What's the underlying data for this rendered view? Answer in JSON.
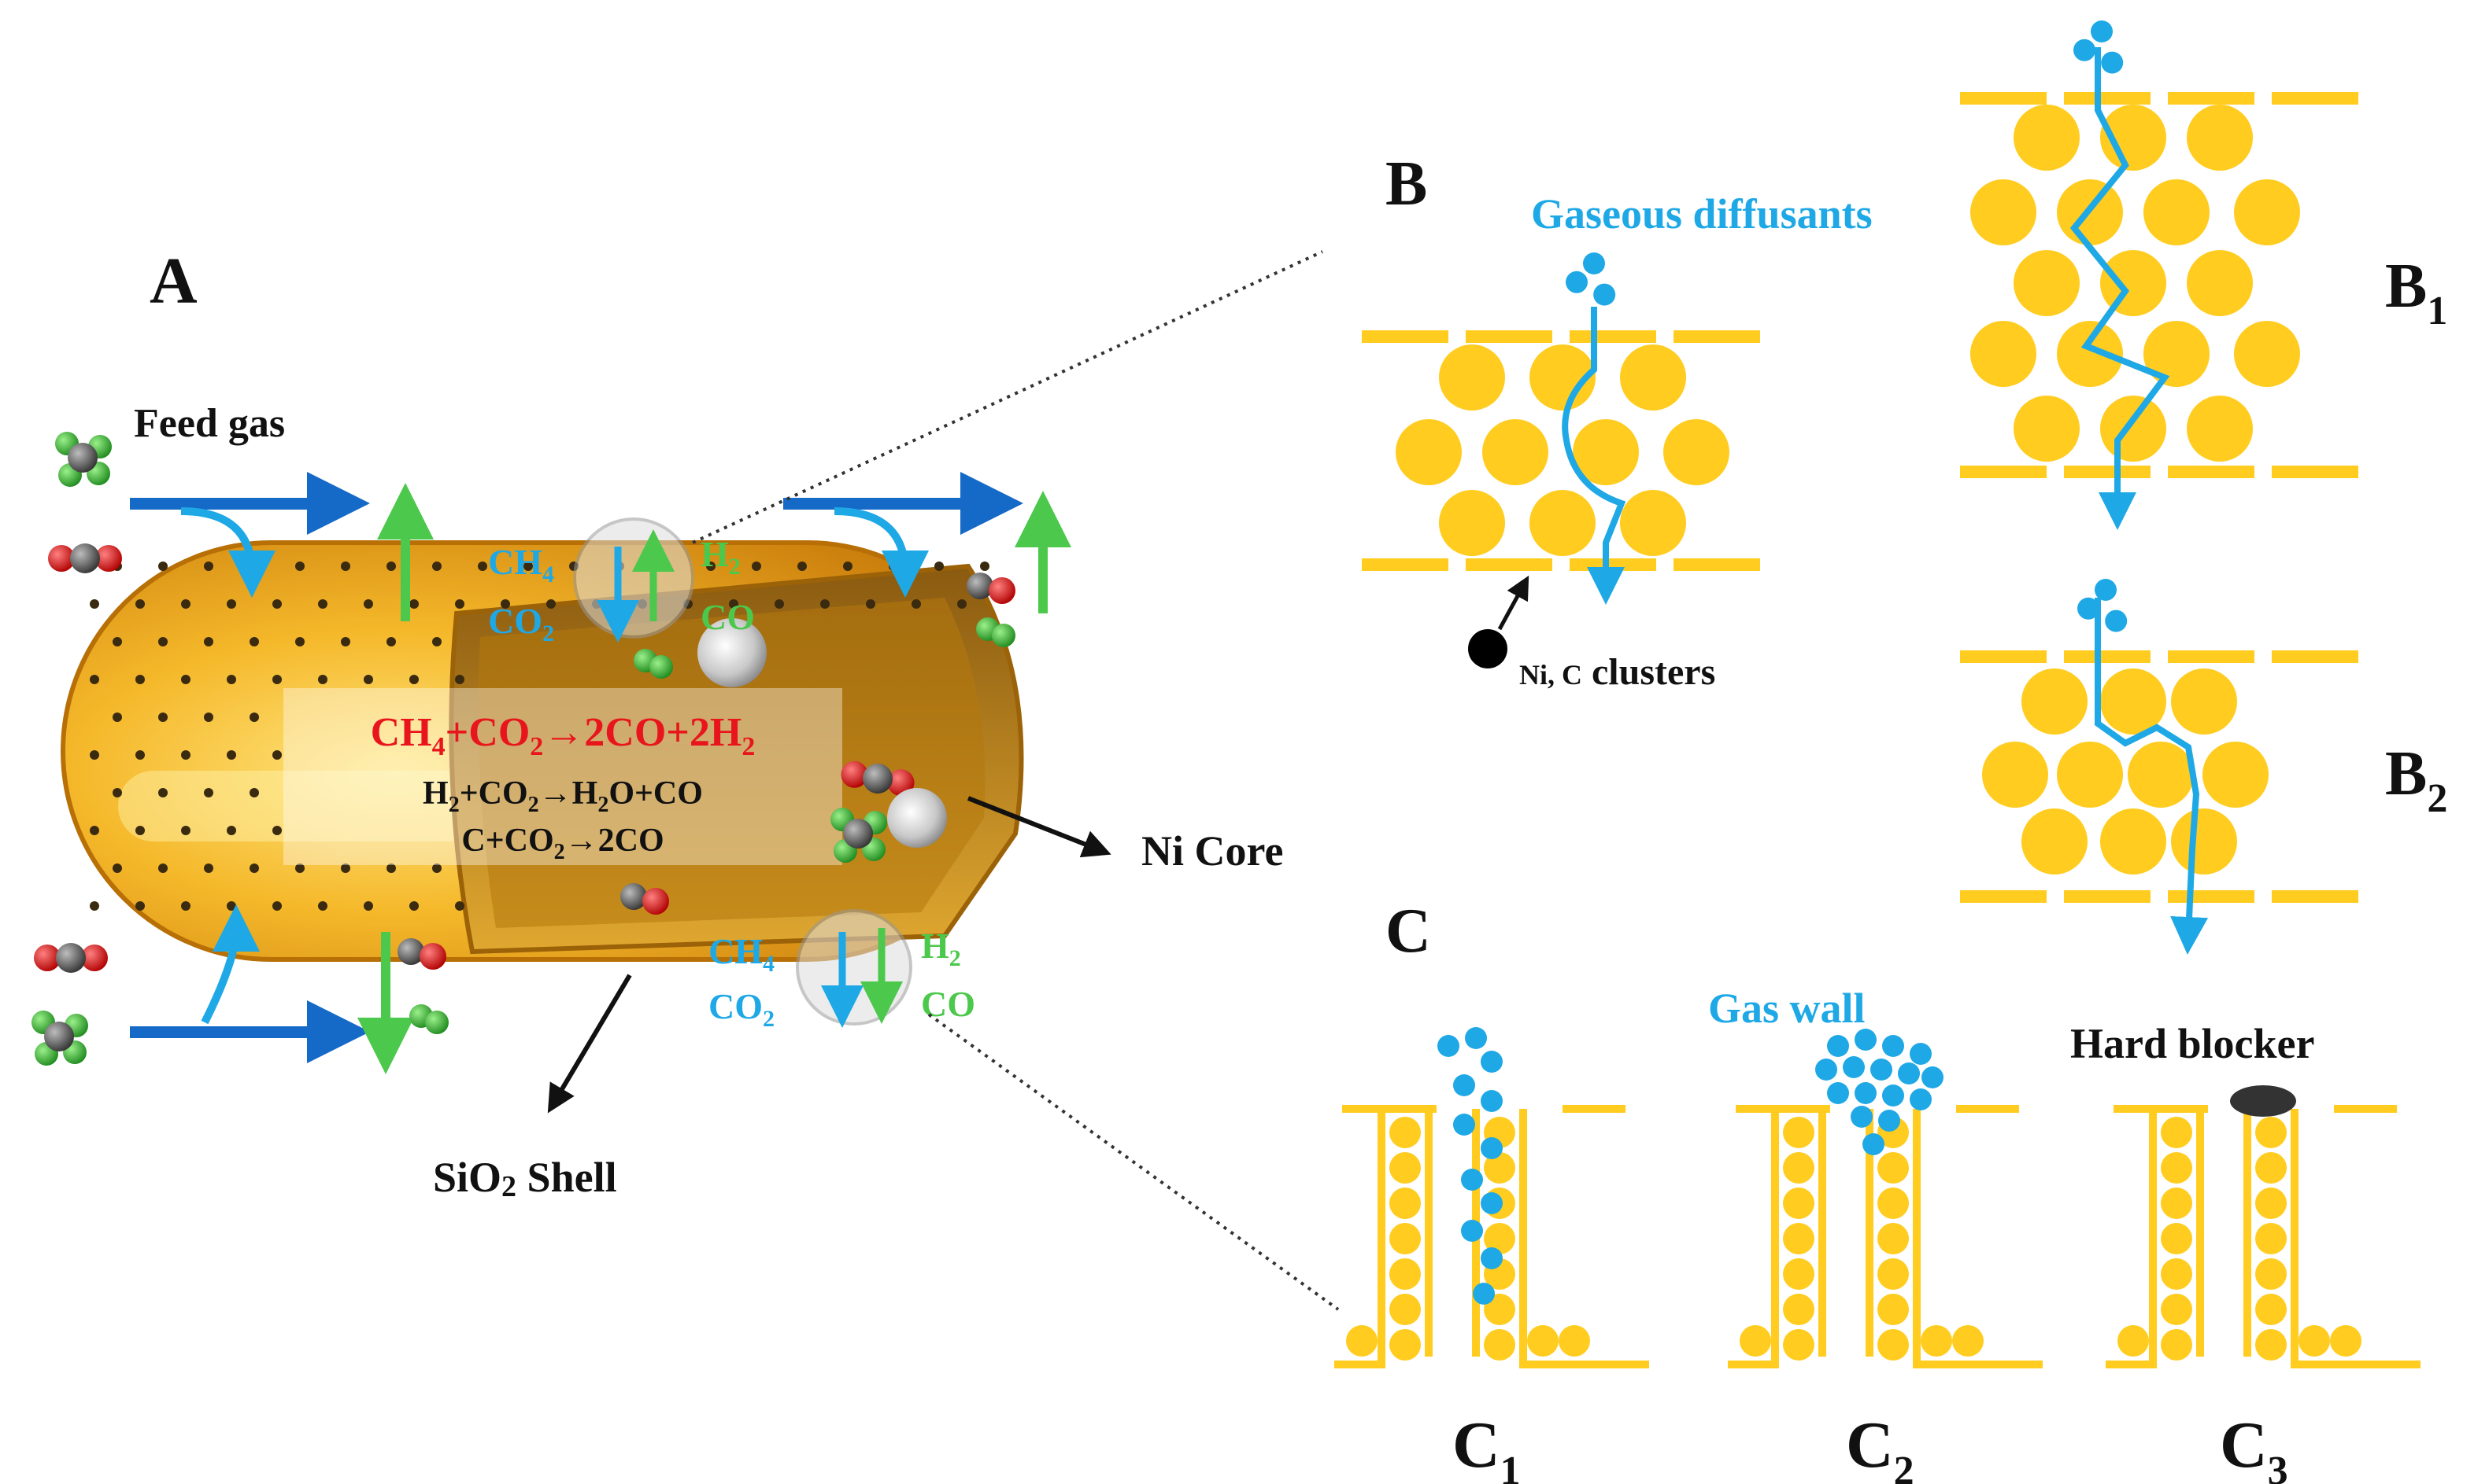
{
  "panels": {
    "a": {
      "letter": "A"
    },
    "b": {
      "letter": "B",
      "sub1": "1",
      "sub2": "2"
    },
    "c": {
      "letter": "C",
      "sub1": "1",
      "sub2": "2",
      "sub3": "3"
    }
  },
  "capsule": {
    "feed_gas": "Feed gas",
    "reaction_main": "CH4+CO2→2CO+2H2",
    "reaction_2": "H2+CO2→H2O+CO",
    "reaction_3": "C+CO2→2CO",
    "ni_core": "Ni Core",
    "sio2_shell": "SiO2 Shell",
    "in_ch4": "CH4",
    "in_co2": "CO2",
    "out_h2": "H2",
    "out_co": "CO"
  },
  "panel_b": {
    "gaseous_diffusants": "Gaseous diffusants",
    "ni_c_clusters": "Ni, C clusters"
  },
  "panel_c": {
    "gas_wall": "Gas wall",
    "hard_blocker": "Hard blocker"
  },
  "colors": {
    "gold": "#FFCC1F",
    "shell_orange": "#F2A81D",
    "diffusant_blue": "#1FA8E6",
    "product_green": "#4CC84C",
    "feed_arrow_blue": "#1569C7",
    "reaction_red": "#E8161C"
  }
}
